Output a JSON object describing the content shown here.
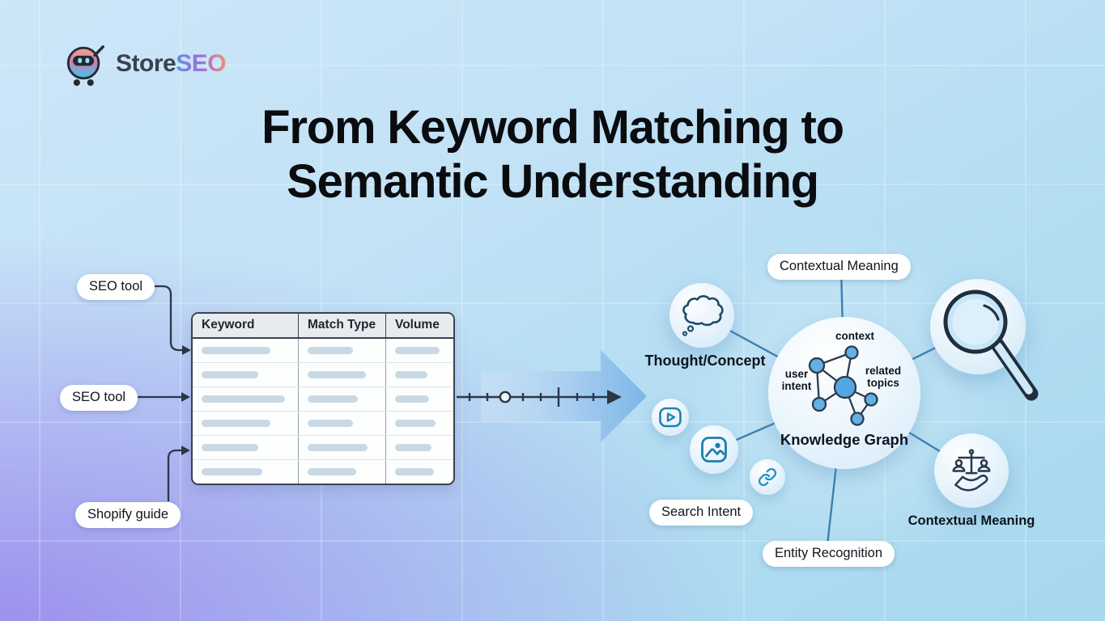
{
  "logo": {
    "brand_prefix": "Store",
    "brand_suffix": "SEO",
    "icon": "robot-cart-icon"
  },
  "title": {
    "line1": "From Keyword Matching to",
    "line2": "Semantic Understanding"
  },
  "keyword_side": {
    "source_labels": [
      "SEO tool",
      "SEO tool",
      "Shopify guide"
    ],
    "table": {
      "columns": [
        "Keyword",
        "Match Type",
        "Volume"
      ],
      "placeholder_rows": [
        [
          85,
          56,
          55
        ],
        [
          70,
          72,
          40
        ],
        [
          103,
          62,
          42
        ],
        [
          85,
          56,
          50
        ],
        [
          70,
          74,
          45
        ],
        [
          75,
          60,
          48
        ]
      ]
    }
  },
  "semantic_side": {
    "center": {
      "label": "Knowledge Graph",
      "context_label": "context",
      "user_intent_label": "user\nintent",
      "related_topics_label": "related\ntopics"
    },
    "thought_concept": {
      "label": "Thought/Concept",
      "icon": "thought-cloud-icon"
    },
    "contextual_meaning_top": {
      "label": "Contextual Meaning"
    },
    "magnifier": {
      "icon": "magnifying-glass-icon"
    },
    "search_intent": {
      "label": "Search Intent",
      "icons": [
        "video-play-icon",
        "image-icon",
        "link-icon"
      ]
    },
    "entity_recognition": {
      "label": "Entity Recognition"
    },
    "contextual_meaning_bottom": {
      "label": "Contextual Meaning",
      "icon": "balance-scale-hand-icon"
    }
  },
  "colors": {
    "background_blue": "#c9e4f8",
    "background_purple": "#9c8fee",
    "background_right_blue": "#a6d8ee",
    "arrow_fill": "#7cb7e7",
    "connector_dark": "#2b3747",
    "spoke_blue": "#3d7fae",
    "icon_stroke_teal": "#1b84b4",
    "node_fill": "#62b0e6",
    "placeholder_bar": "#c8d8e5",
    "pill_background": "#ffffff",
    "title_color": "#0a0c10"
  }
}
